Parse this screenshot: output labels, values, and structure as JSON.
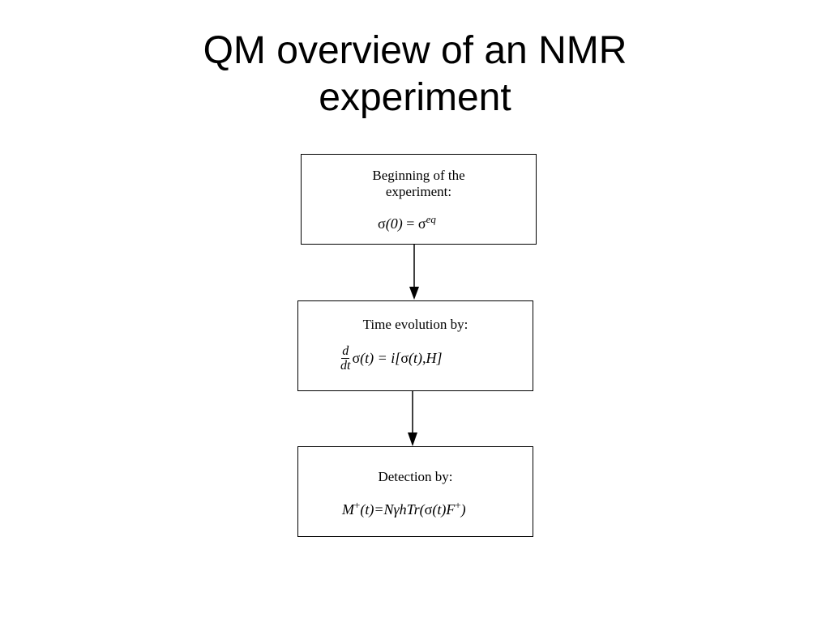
{
  "title": {
    "line1": "QM overview of an NMR",
    "line2": "experiment"
  },
  "steps": [
    {
      "label_line1": "Beginning of the",
      "label_line2": "experiment:",
      "equation": {
        "lhs_symbol": "σ",
        "lhs_arg": "(0)",
        "eq": " = ",
        "rhs_symbol": "σ",
        "rhs_sup": "eq"
      }
    },
    {
      "label_line1": "Time evolution by:",
      "equation": {
        "frac_num": "d",
        "frac_den": "dt",
        "symbol": "σ",
        "rest1": "(t) = i[",
        "symbol2": "σ",
        "rest2": "(t),H]"
      }
    },
    {
      "label_line1": "Detection by:",
      "equation": {
        "p1": "M",
        "p1_sup": "+",
        "p2": "(t)=N",
        "gamma": "γ",
        "p3": "hTr(",
        "symbol": "σ",
        "p4": "(t)F",
        "p4_sup": "+",
        "p5": ")"
      }
    }
  ]
}
